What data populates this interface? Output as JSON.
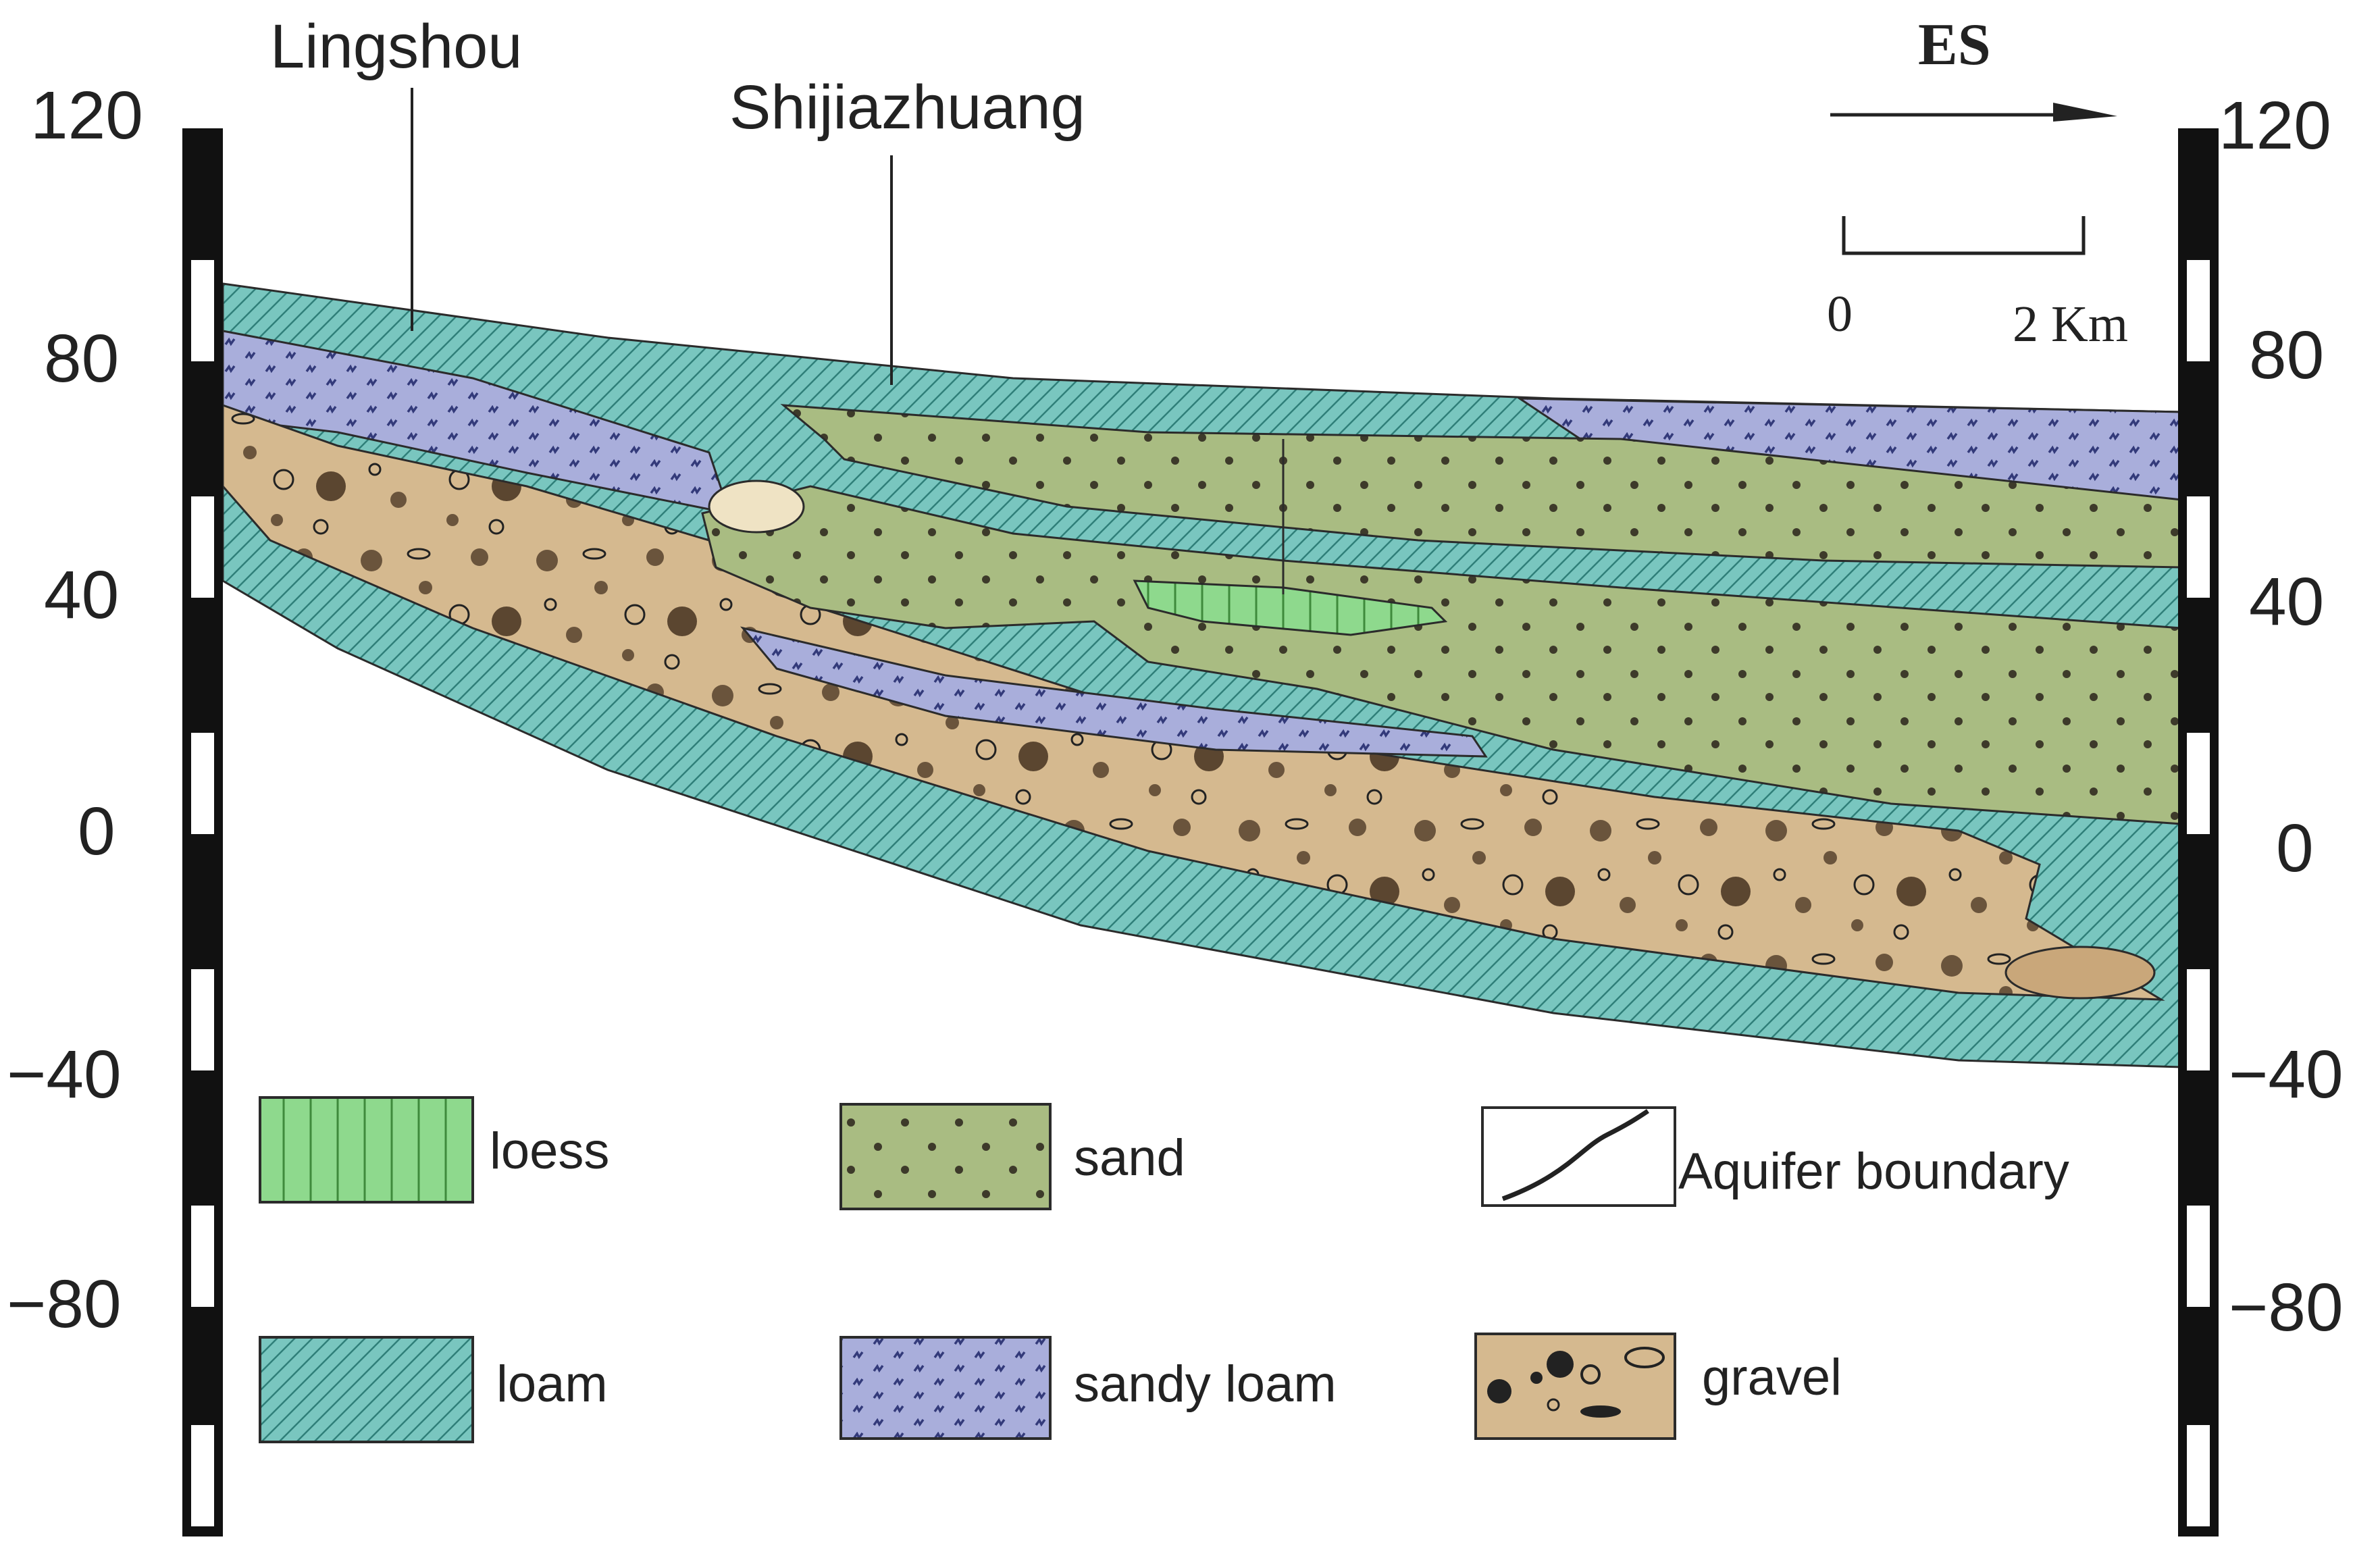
{
  "places": {
    "lingshou": "Lingshou",
    "shijiazhuang": "Shijiazhuang"
  },
  "direction": {
    "label": "ES"
  },
  "scale_bar": {
    "start_label": "0",
    "end_label": "2 Km"
  },
  "elevation_axis": {
    "ticks": [
      "120",
      "80",
      "40",
      "0",
      "−40",
      "−80"
    ]
  },
  "legend": {
    "loess": "loess",
    "sand": "sand",
    "aquifer_boundary": "Aquifer boundary",
    "loam": "loam",
    "sandy_loam": "sandy loam",
    "gravel": "gravel"
  },
  "colors": {
    "loam": "#79c6bf",
    "sandy_loam": "#a9aedb",
    "sand": "#a9bc82",
    "gravel": "#d5b98f",
    "loess": "#8ed98d",
    "dots": "#3d3a2a",
    "outline": "#222222"
  }
}
